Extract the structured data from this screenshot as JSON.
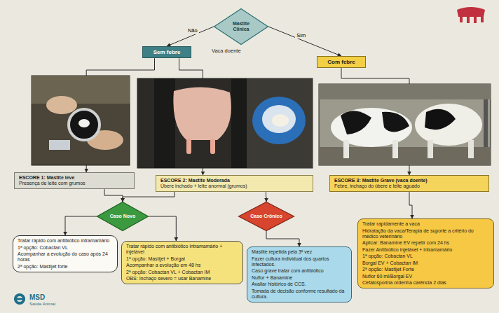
{
  "diagram": {
    "nodes": [
      {
        "text": [
          "Mastite Clínica"
        ]
      },
      {
        "text": [
          "Sem febre"
        ]
      },
      {
        "text": [
          "Com febre"
        ]
      },
      {
        "text": [
          "ESCORE 1: Mastite leve",
          "Presença de leite com grumos"
        ]
      },
      {
        "text": [
          "ESCORE 2: Mastite Moderada",
          "Úbere inchado + leite anormal (grumos)"
        ]
      },
      {
        "text": [
          "ESCORE 3: Mastite Grave (vaca doente)",
          "Febre, inchaço do úbere e leite aguado"
        ]
      },
      {
        "text": [
          "Caso Novo"
        ]
      },
      {
        "text": [
          "Caso Crônico"
        ]
      },
      {
        "text": [
          "Tratar rápido com antibiótico intramamário",
          "1ª opção: Cobactan VL",
          "Acompanhar a evolução do caso após 24 horas",
          "2ª opção: Mastijet forte"
        ]
      },
      {
        "text": [
          "Tratar rápido com antibiótico intramamário + injetável",
          "1ª opção: Mastijet + Borgal",
          "Acompanhar a evolução em 48 hs",
          "2ª opção: Cobactan VL + Cobactan IM",
          "OBS: Inchaço severo = usar Banamine"
        ]
      },
      {
        "text": [
          "Mastite repetida pela 3ª vez",
          "Fazer cultura individual dos quartos infectados.",
          "Caso grave tratar com antibiótico",
          "Nuflor + Banamine",
          "Avaliar histórico de CCS.",
          "Tomada de decisão conforme resultado da cultura."
        ]
      },
      {
        "text": [
          "Tratar rapidamente a vaca",
          "Hidratação da vaca/Terapia de suporte a critério do médico veterinário",
          "Aplicar: Banamine EV repetir com 24 hs",
          "Fazer Antibiótico injetável + intramamário",
          "1ª opção: Cobactan VL",
          "Borgal EV + Cobactan IM",
          "2ª opção: Mastijet Forte",
          "Nuflor 60 ml/Borgal EV",
          "Cefalosporina ordenha carência 2 dias"
        ]
      }
    ],
    "edges": [
      {
        "from": 0,
        "to": 1,
        "label": "Não",
        "arrow": "to"
      },
      {
        "from": 0,
        "to": 2,
        "label": "Sim",
        "arrow": "to"
      },
      {
        "from": 1,
        "to": 3,
        "arrow": "to"
      },
      {
        "from": 1,
        "to": 4,
        "arrow": "to"
      },
      {
        "from": 2,
        "to": 5,
        "arrow": "to"
      },
      {
        "from": 3,
        "to": 6,
        "arrow": "to"
      },
      {
        "from": 4,
        "to": 6,
        "arrow": "to"
      },
      {
        "from": 4,
        "to": 7,
        "arrow": "to"
      },
      {
        "from": 6,
        "to": 8,
        "arrow": "to"
      },
      {
        "from": 6,
        "to": 9,
        "arrow": "to"
      },
      {
        "from": 7,
        "to": 10,
        "arrow": "to"
      },
      {
        "from": 5,
        "to": 11,
        "arrow": "to"
      }
    ],
    "labels": [
      "Vaca doente",
      "MSD",
      "Saúde Animal"
    ]
  }
}
